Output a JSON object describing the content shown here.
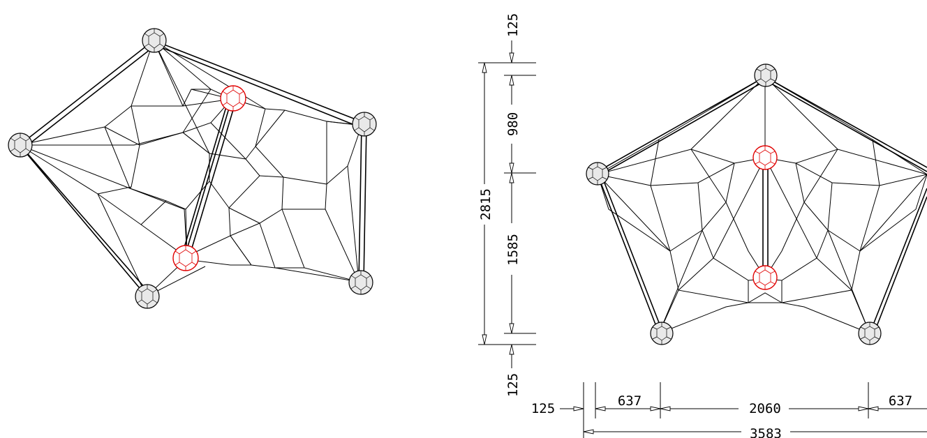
{
  "colors": {
    "line": "#000000",
    "highlight_node": "#e00000",
    "node_fill": "#e9e9e9",
    "background": "#ffffff"
  },
  "dimensions": {
    "vertical": {
      "top_gap": "125",
      "upper_segment": "980",
      "lower_segment": "1585",
      "overall": "2815",
      "bottom_gap": "125"
    },
    "horizontal": {
      "left_gap": "125",
      "left_offset": "637",
      "center_span": "2060",
      "right_offset": "637",
      "overall": "3583"
    }
  }
}
